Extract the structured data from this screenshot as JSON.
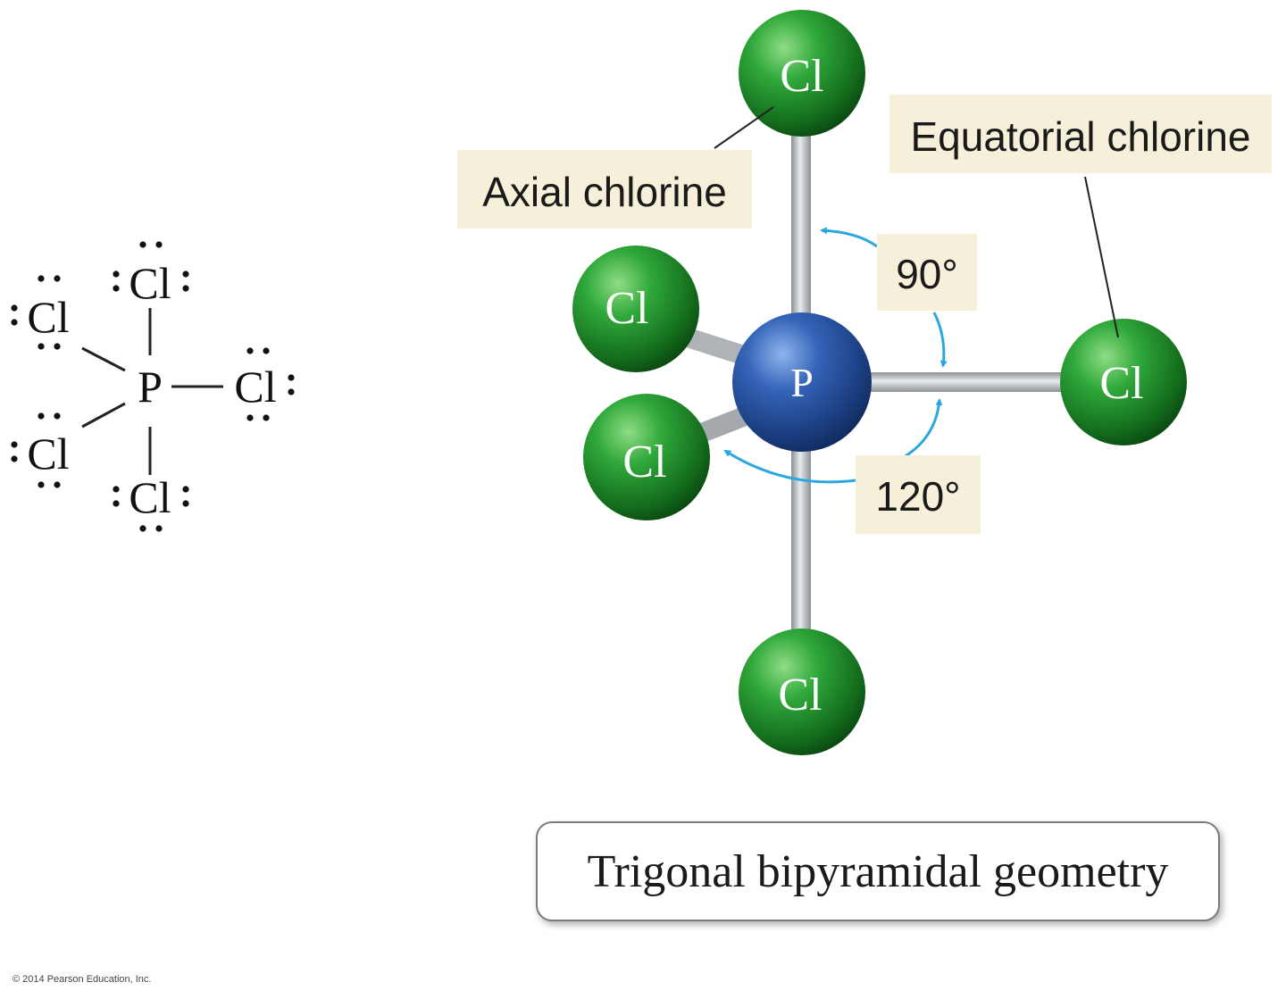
{
  "lewis": {
    "center_atom": "P",
    "ligand_atom": "Cl",
    "ligand_count": 5
  },
  "model": {
    "center_atom": "P",
    "ligand_atom": "Cl",
    "axial_label": "Axial chlorine",
    "equatorial_label": "Equatorial chlorine",
    "angle_axial": "90°",
    "angle_equatorial": "120°"
  },
  "caption": "Trigonal bipyramidal geometry",
  "copyright": "© 2014 Pearson Education, Inc.",
  "colors": {
    "chlorine": "#1e8f2a",
    "phosphorus": "#2a57a8",
    "bond": "#bfc4c8",
    "label_bg": "#f6efd9",
    "arrow": "#2aa7de"
  }
}
